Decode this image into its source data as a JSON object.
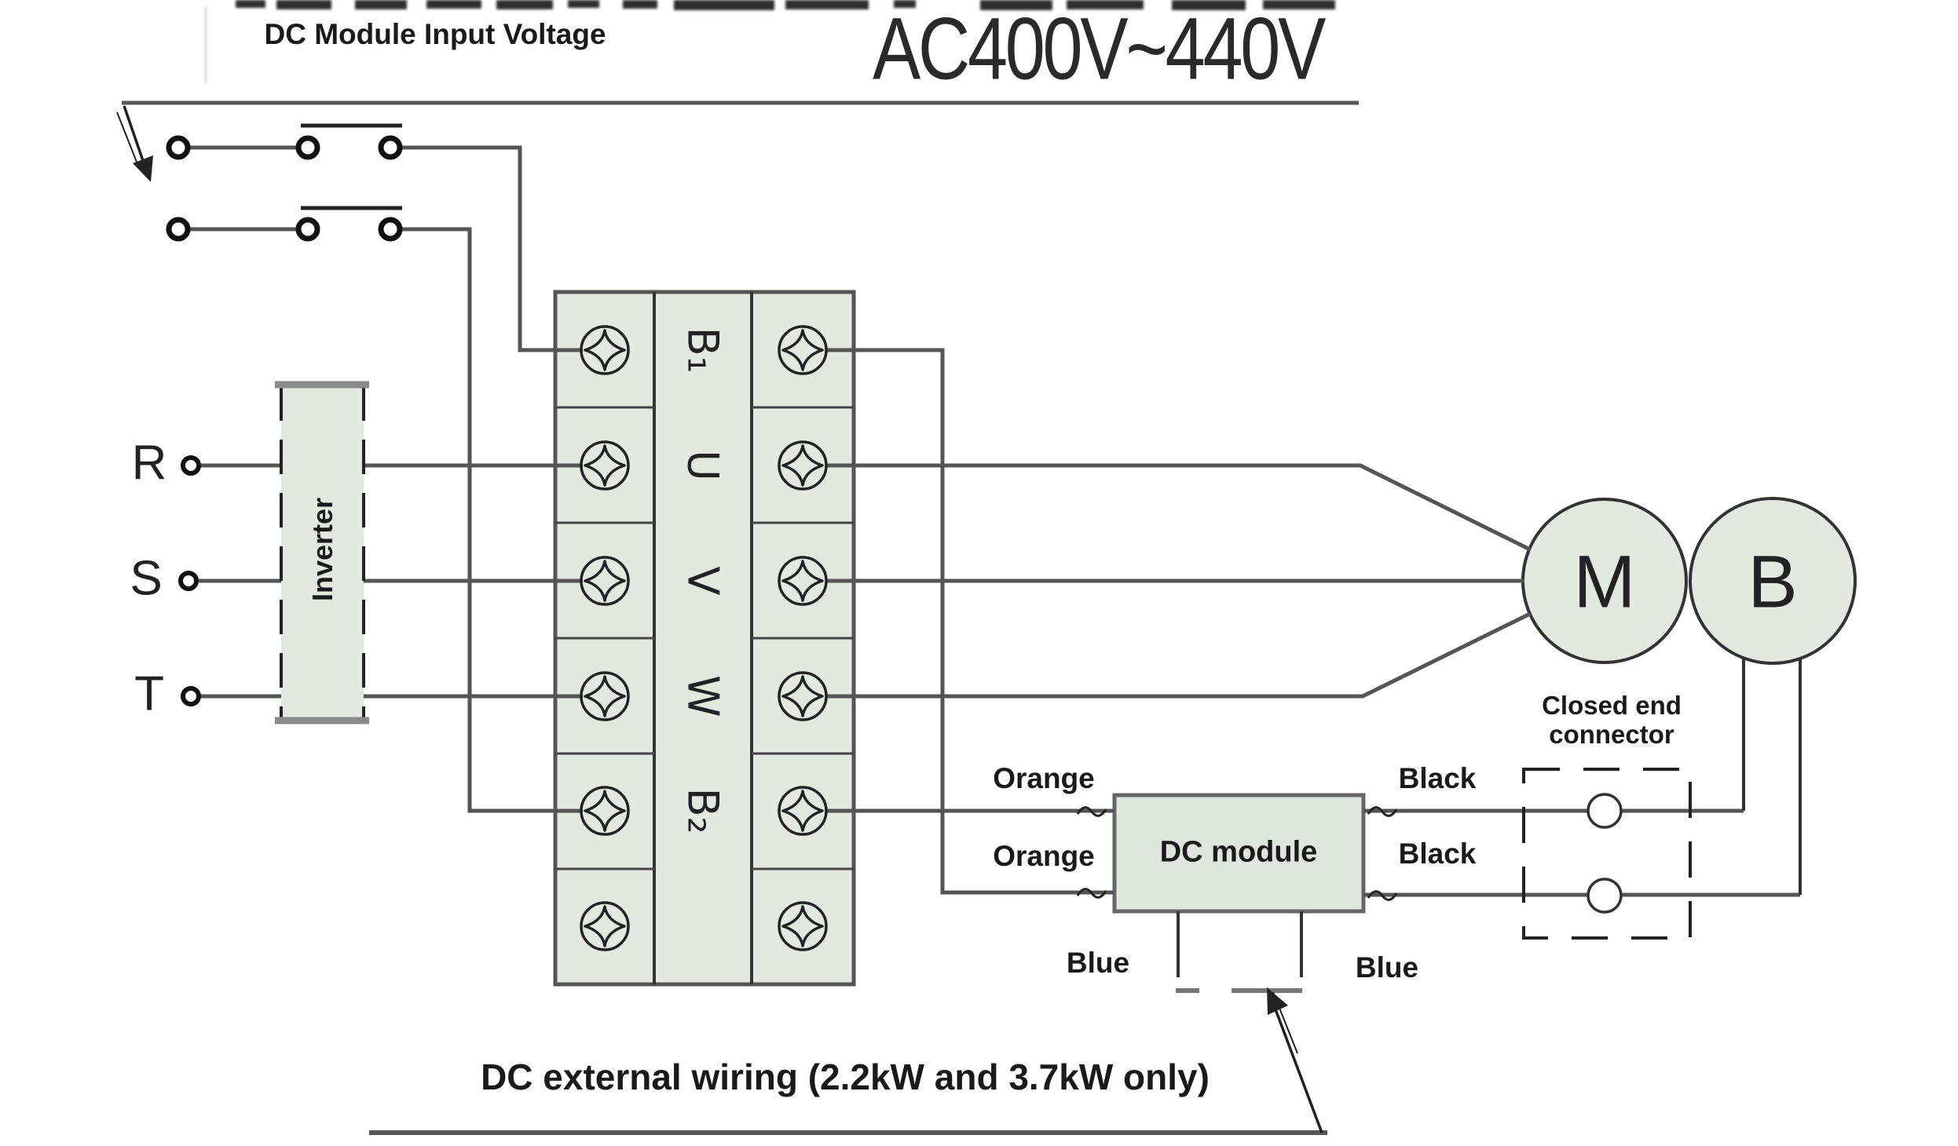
{
  "header": {
    "title_left": "DC Module Input Voltage",
    "voltage": "AC400V~440V"
  },
  "inverter": {
    "label": "Inverter"
  },
  "phases": {
    "r": "R",
    "s": "S",
    "t": "T"
  },
  "terminal_block": {
    "labels": [
      "B₁",
      "U",
      "V",
      "W",
      "B₂"
    ]
  },
  "motor": {
    "label": "M"
  },
  "brake": {
    "label": "B"
  },
  "dc_module": {
    "label": "DC module"
  },
  "closed_end_connector": {
    "line1": "Closed end",
    "line2": "connector"
  },
  "wire_labels": {
    "orange_top": "Orange",
    "orange_bottom": "Orange",
    "black_top": "Black",
    "black_bottom": "Black",
    "blue_left": "Blue",
    "blue_right": "Blue"
  },
  "caption": "DC external wiring (2.2kW and 3.7kW only)",
  "colors": {
    "component_fill": "#e3e9e0",
    "module_fill": "#dfe6dd",
    "wire_gray": "#555555",
    "line_dark": "#222222"
  }
}
